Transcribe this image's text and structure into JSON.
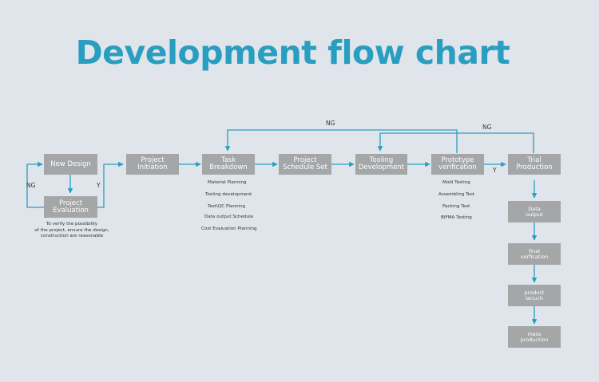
{
  "title": "Development flow chart",
  "colors": {
    "accent": "#2a9ec0",
    "box": "#a5a6a8",
    "background": "#dfe5ea"
  },
  "nodes": {
    "new_design": "New Design",
    "project_evaluation": [
      "Project",
      "Evaluation"
    ],
    "project_initiation": [
      "Project",
      "Initiation"
    ],
    "task_breakdown": [
      "Task",
      "Breakdown"
    ],
    "project_schedule_set": [
      "Project",
      "Schedule Set"
    ],
    "tooling_development": [
      "Tooling",
      "Development"
    ],
    "prototype_verification": [
      "Prototype",
      "verification"
    ],
    "trial_production": [
      "Trial",
      "Production"
    ],
    "data_output": [
      "Data",
      "output"
    ],
    "final_verification": [
      "final",
      "verfication"
    ],
    "product_launch": [
      "product",
      "lanuch"
    ],
    "mass_production": [
      "mass",
      "production"
    ]
  },
  "labels": {
    "ng": "NG",
    "y": "Y"
  },
  "evaluation_description": [
    "To verify the possibility",
    "of the project, ensure the design,",
    "construction are reasonable"
  ],
  "task_breakdown_items": [
    "Material Planning",
    "Tooling development",
    "Test\\QC Planning",
    "Data output Schedule",
    "Cost Evaluation Planning"
  ],
  "prototype_items": [
    "Mold Testing",
    "Assembling Test",
    "Packing Test",
    "BIFMA Testing"
  ]
}
